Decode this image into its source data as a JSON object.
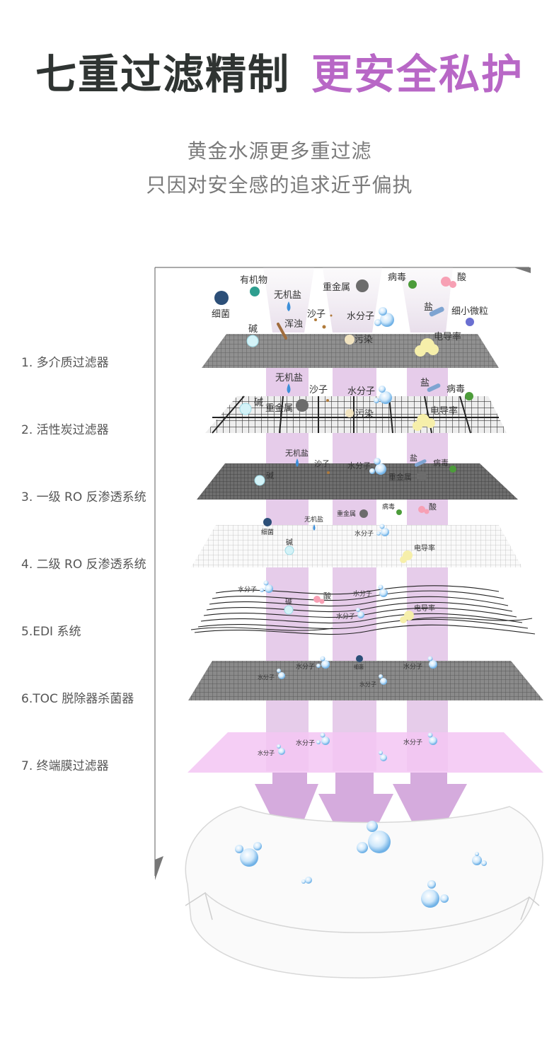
{
  "headline": {
    "part1": "七重过滤精制",
    "part2": "更安全私护"
  },
  "subtitle": {
    "line1": "黄金水源更多重过滤",
    "line2": "只因对安全感的追求近乎偏执"
  },
  "stages": [
    {
      "label": "1. 多介质过滤器"
    },
    {
      "label": "2. 活性炭过滤器"
    },
    {
      "label": "3. 一级 RO 反渗透系统"
    },
    {
      "label": "4. 二级 RO 反渗透系统"
    },
    {
      "label": "5.EDI 系统"
    },
    {
      "label": "6.TOC 脱除器杀菌器"
    },
    {
      "label": "7. 终端膜过滤器"
    }
  ],
  "particles": {
    "top": [
      "有机物",
      "细菌",
      "无机盐",
      "重金属",
      "病毒",
      "酸",
      "盐",
      "细小微粒",
      "沙子",
      "水分子",
      "碱",
      "浑浊",
      "污染",
      "电导率"
    ],
    "after1": [
      "无机盐",
      "沙子",
      "水分子",
      "盐",
      "病毒",
      "碱",
      "重金属",
      "污染",
      "电导率"
    ],
    "after2": [
      "无机盐",
      "沙子",
      "水分子",
      "盐",
      "病毒",
      "碱",
      "重金属"
    ],
    "after3": [
      "重金属",
      "病毒",
      "酸",
      "细菌",
      "无机盐",
      "水分子",
      "碱",
      "电导率"
    ],
    "after4": [
      "水分子",
      "酸",
      "碱",
      "水分子",
      "水分子",
      "电导率"
    ],
    "after5": [
      "水分子",
      "细菌",
      "水分子",
      "水分子",
      "水分子"
    ],
    "after6": [
      "水分子",
      "水分子",
      "水分子"
    ]
  },
  "colors": {
    "headline_dark": "#2f3432",
    "headline_purple": "#b867c6",
    "arrow": "#c78fd1",
    "filter7": "#f3c6f3"
  }
}
